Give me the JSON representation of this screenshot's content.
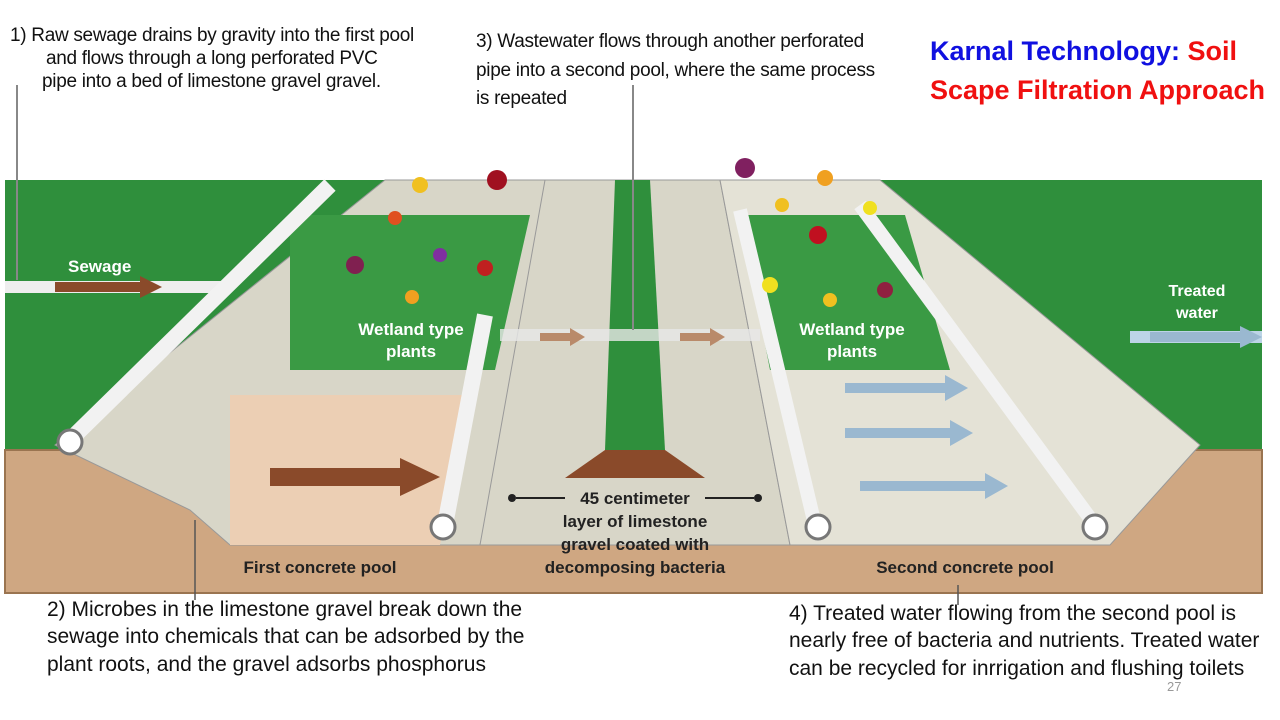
{
  "title": {
    "part1": "Karnal Technology:",
    "part2": " Soil Scape Filtration Approach"
  },
  "notes": {
    "step1": {
      "line1": "1)   Raw sewage drains by gravity into the first pool",
      "line2": "and flows  through a long perforated PVC",
      "line3": "pipe into a bed of limestone gravel gravel."
    },
    "step2": "2) Microbes in the limestone gravel break down the sewage into chemicals that can be adsorbed by the plant roots, and the gravel adsorbs phosphorus",
    "step3": {
      "line1": "3) Wastewater flows through  another perforated",
      "line2": "pipe into  a second pool, where the  same process",
      "line3": "is repeated"
    },
    "step4": "4)  Treated water flowing from the second pool is nearly free of bacteria and nutrients. Treated water can be recycled for inrrigation and flushing toilets"
  },
  "diagram": {
    "sewage": "Sewage",
    "wetland1": {
      "l1": "Wetland type",
      "l2": "plants"
    },
    "wetland2": {
      "l1": "Wetland type",
      "l2": "plants"
    },
    "treated": {
      "l1": "Treated",
      "l2": "water"
    },
    "first_pool": "First concrete pool",
    "second_pool": "Second concrete pool",
    "gravel": {
      "l1": "45 centimeter",
      "l2": "layer of limestone",
      "l3": "gravel coated with",
      "l4": "decomposing bacteria"
    }
  },
  "page_number": "27",
  "colors": {
    "grass": "#2f8f3c",
    "concrete": "#d8d6c8",
    "soil": "#cfa782",
    "arrow": "#8a4a2a",
    "water_arrow": "#9ab8d0",
    "title_blue": "#1010e0",
    "title_red": "#f01010"
  }
}
